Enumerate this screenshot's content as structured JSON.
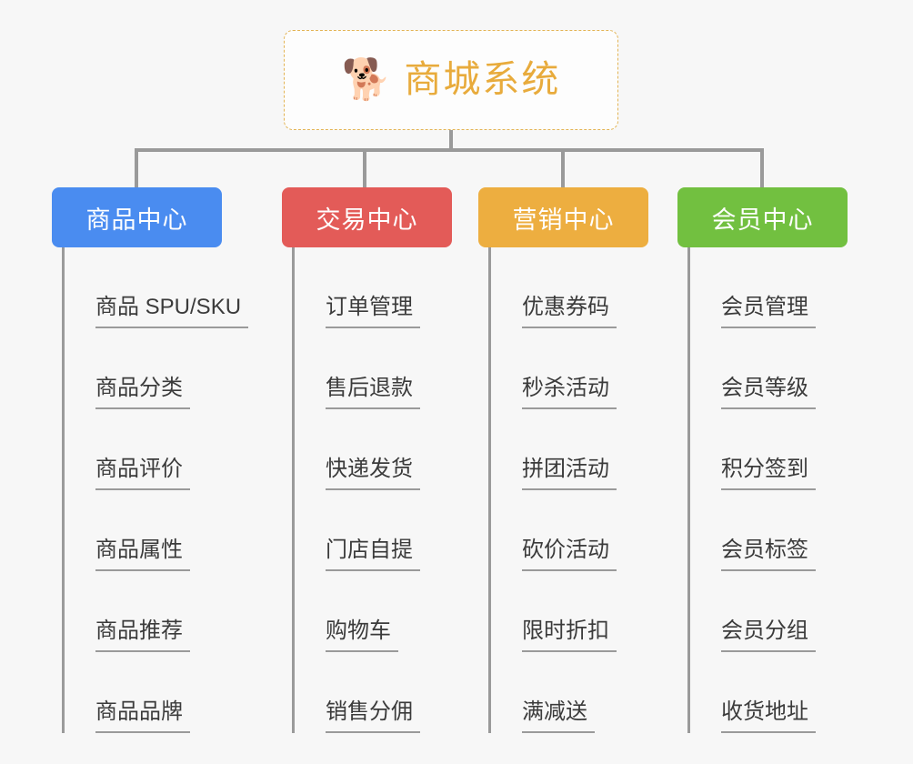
{
  "root": {
    "icon": "shiba-dog-face-icon",
    "icon_glyph": "🐕",
    "title": "商城系统",
    "title_color": "#e8ab3c",
    "border_color": "#e3b455"
  },
  "canvas": {
    "background": "#f7f7f7",
    "connector_color": "#9a9a9a"
  },
  "categories": [
    {
      "label": "商品中心",
      "color": "#4a8cf0",
      "items": [
        "商品 SPU/SKU",
        "商品分类",
        "商品评价",
        "商品属性",
        "商品推荐",
        "商品品牌"
      ]
    },
    {
      "label": "交易中心",
      "color": "#e35b58",
      "items": [
        "订单管理",
        "售后退款",
        "快递发货",
        "门店自提",
        "购物车",
        "销售分佣"
      ]
    },
    {
      "label": "营销中心",
      "color": "#edae40",
      "items": [
        "优惠券码",
        "秒杀活动",
        "拼团活动",
        "砍价活动",
        "限时折扣",
        "满减送"
      ]
    },
    {
      "label": "会员中心",
      "color": "#72c040",
      "items": [
        "会员管理",
        "会员等级",
        "积分签到",
        "会员标签",
        "会员分组",
        "收货地址"
      ]
    }
  ]
}
